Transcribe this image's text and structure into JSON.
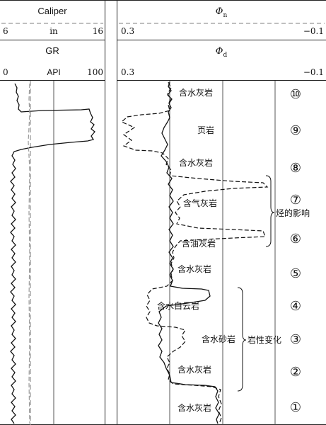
{
  "header": {
    "left_track": {
      "caliper": {
        "title": "Caliper",
        "scale_min": "6",
        "scale_unit": "in",
        "scale_max": "16"
      },
      "gr": {
        "title": "GR",
        "scale_min": "0",
        "scale_unit": "API",
        "scale_max": "100"
      }
    },
    "right_track": {
      "phi_n": {
        "symbol": "Φ",
        "subscript": "n",
        "scale_min": "0.3",
        "scale_max": "−0.1"
      },
      "phi_d": {
        "symbol": "Φ",
        "subscript": "d",
        "scale_min": "0.3",
        "scale_max": "−0.1"
      }
    }
  },
  "lithology_labels": [
    "含水灰岩",
    "页岩",
    "含水灰岩",
    "含气灰岩",
    "含油灰岩",
    "含水灰岩",
    "含水白云岩",
    "含水砂岩",
    "含水灰岩",
    "含水灰岩"
  ],
  "zone_numbers": [
    "⑩",
    "⑨",
    "⑧",
    "⑦",
    "⑥",
    "⑤",
    "④",
    "③",
    "②",
    "①"
  ],
  "brackets": {
    "hydrocarbon": "烃的影响",
    "lithology": "岩性变化"
  },
  "colors": {
    "line": "#111111",
    "dash_gray": "#9a9a9a",
    "grid": "#222222"
  }
}
